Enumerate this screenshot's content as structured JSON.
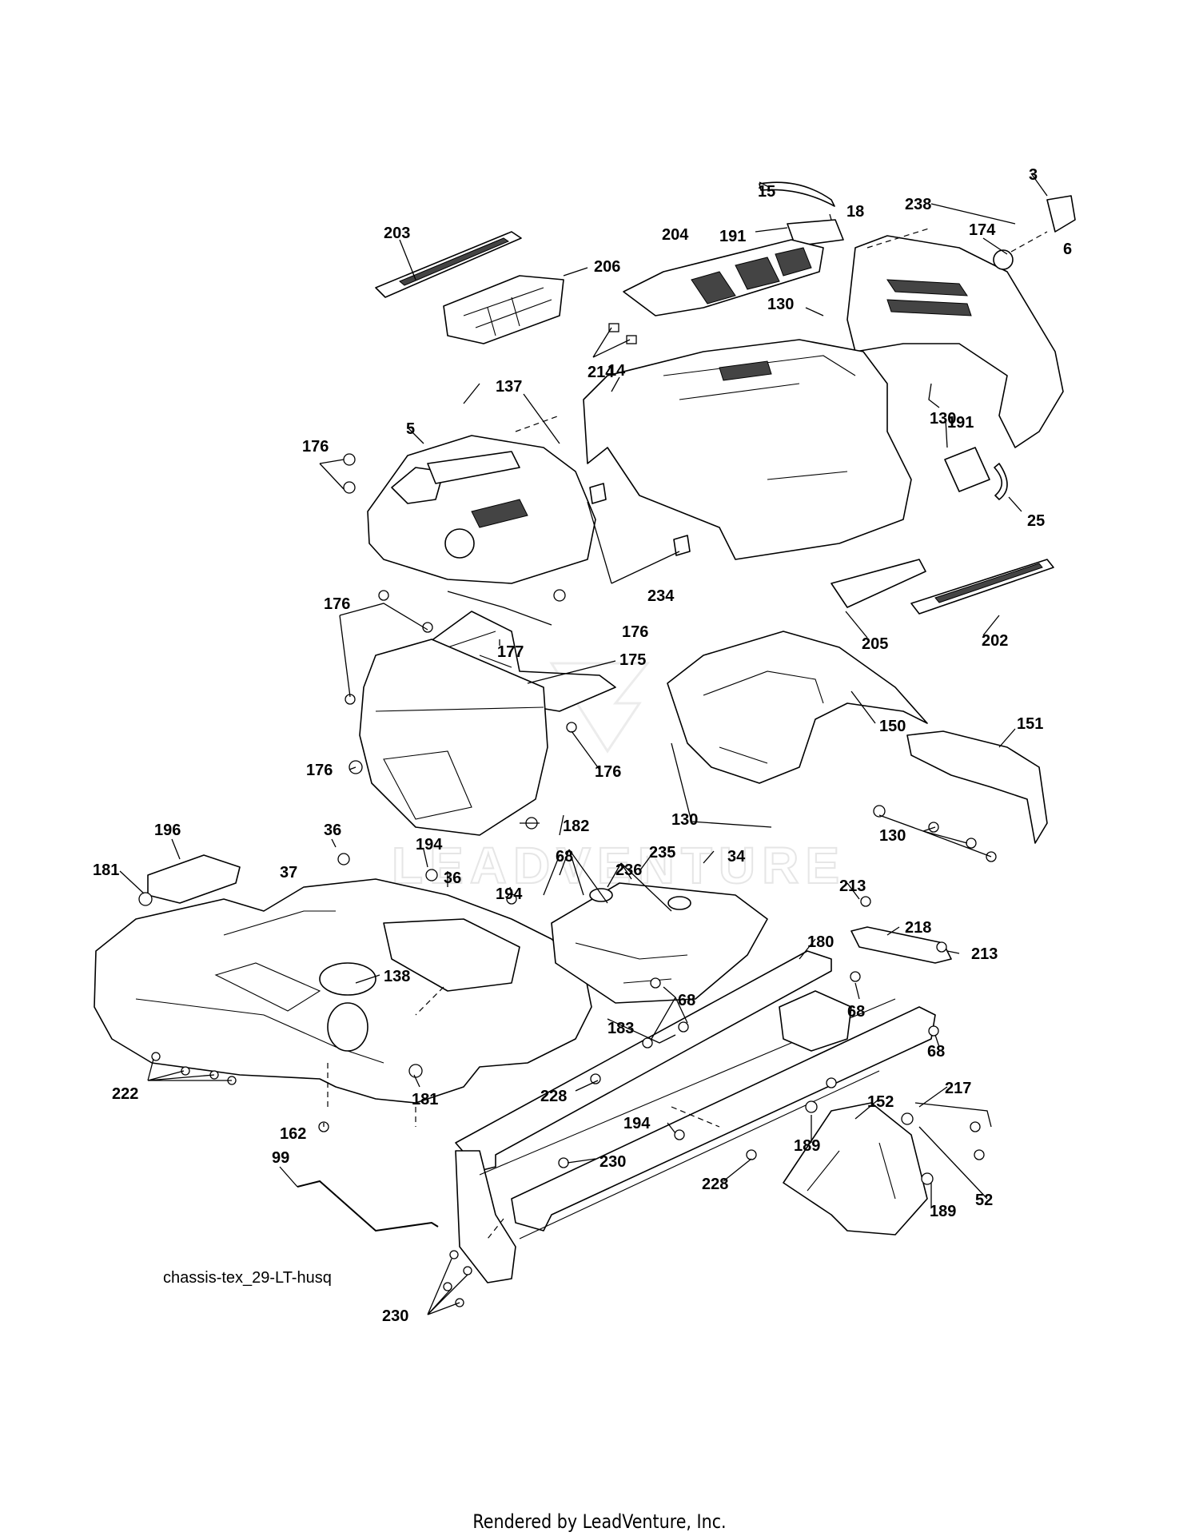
{
  "diagram": {
    "caption": "chassis-tex_29-LT-husq",
    "credit": "Rendered by LeadVenture, Inc.",
    "watermark": "LEADVENTURE",
    "callouts": [
      "3",
      "238",
      "6",
      "174",
      "15",
      "18",
      "204",
      "191",
      "203",
      "206",
      "130",
      "214",
      "14",
      "137",
      "5",
      "176",
      "191",
      "130",
      "25",
      "234",
      "176",
      "176",
      "205",
      "202",
      "177",
      "175",
      "151",
      "150",
      "176",
      "176",
      "182",
      "130",
      "130",
      "196",
      "36",
      "194",
      "68",
      "235",
      "34",
      "236",
      "181",
      "37",
      "36",
      "194",
      "213",
      "218",
      "213",
      "180",
      "138",
      "68",
      "68",
      "68",
      "183",
      "222",
      "181",
      "228",
      "217",
      "152",
      "162",
      "194",
      "189",
      "99",
      "230",
      "228",
      "52",
      "189",
      "230"
    ]
  }
}
